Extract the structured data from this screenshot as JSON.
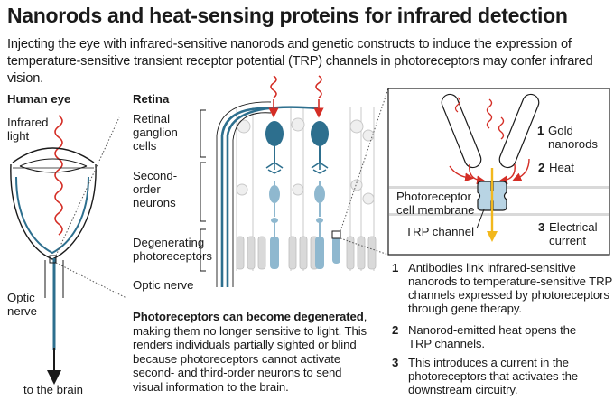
{
  "title": "Nanorods and heat-sensing proteins for infrared detection",
  "subtitle": "Injecting the eye with infrared-sensitive nanorods and genetic constructs to induce the expression of temperature-sensitive transient receptor potential (TRP) channels in photoreceptors may confer infrared vision.",
  "eye": {
    "heading": "Human eye",
    "infrared_line1": "Infrared",
    "infrared_line2": "light",
    "optic_line1": "Optic",
    "optic_line2": "nerve",
    "to_brain": "to the brain"
  },
  "retina": {
    "heading": "Retina",
    "ganglion_line1": "Retinal",
    "ganglion_line2": "ganglion",
    "ganglion_line3": "cells",
    "second_line1": "Second-",
    "second_line2": "order",
    "second_line3": "neurons",
    "degen_line1": "Degenerating",
    "degen_line2": "photoreceptors",
    "optic": "Optic nerve"
  },
  "detail": {
    "n1": "1",
    "gold_line1": "Gold",
    "gold_line2": "nanorods",
    "n2": "2",
    "heat": "Heat",
    "membrane_line1": "Photoreceptor",
    "membrane_line2": "cell membrane",
    "trp": "TRP channel",
    "n3": "3",
    "current_line1": "Electrical",
    "current_line2": "current"
  },
  "steps": [
    {
      "num": "1",
      "text": "Antibodies link infrared-sensitive nanorods to temperature-sensitive TRP channels expressed by photoreceptors through gene therapy."
    },
    {
      "num": "2",
      "text": "Nanorod-emitted heat opens the TRP channels."
    },
    {
      "num": "3",
      "text": "This introduces a current in the photoreceptors that activates the downstream circuitry."
    }
  ],
  "note": {
    "bold": "Photoreceptors can become degenerated",
    "rest": ", making them no longer sensitive to light. This renders individuals partially sighted or blind because photoreceptors cannot activate second- and third-order neurons to send visual information to the brain."
  },
  "colors": {
    "infrared": "#d42d25",
    "neuron": "#2d6f8e",
    "ganglion_fill": "#2d6f8e",
    "neuron_light": "#8fb8cf",
    "photoreceptor_gray": "#d9d9d9",
    "channel_fill": "#b8d4e4",
    "current_arrow": "#f2b81d"
  }
}
